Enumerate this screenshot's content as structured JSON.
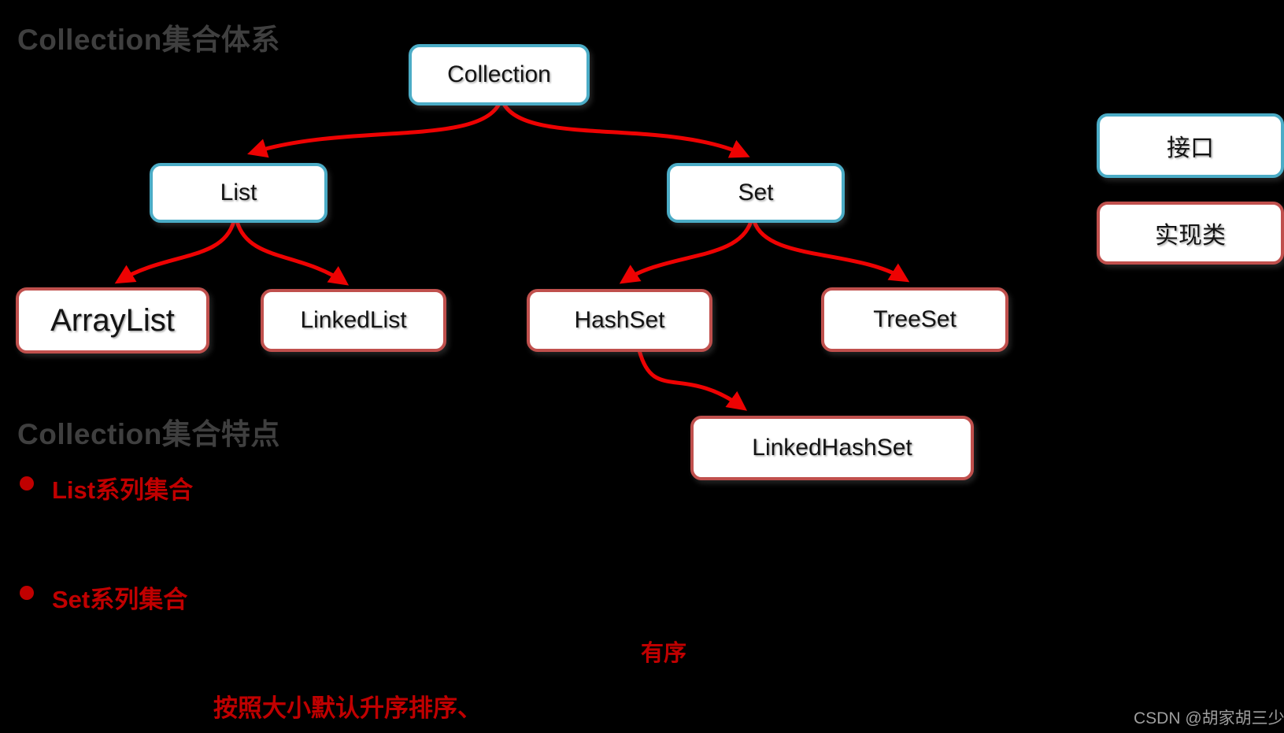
{
  "titles": {
    "hierarchy": "Collection集合体系",
    "features": "Collection集合特点"
  },
  "nodes": [
    {
      "label": "Collection",
      "kind": "interface"
    },
    {
      "label": "List",
      "kind": "interface"
    },
    {
      "label": "Set",
      "kind": "interface"
    },
    {
      "label": "ArrayList",
      "kind": "class"
    },
    {
      "label": "LinkedList",
      "kind": "class"
    },
    {
      "label": "HashSet",
      "kind": "class"
    },
    {
      "label": "TreeSet",
      "kind": "class"
    },
    {
      "label": "LinkedHashSet",
      "kind": "class"
    }
  ],
  "legend": [
    {
      "label": "接口",
      "kind": "interface"
    },
    {
      "label": "实现类",
      "kind": "class"
    }
  ],
  "bullets": [
    {
      "label": "List系列集合"
    },
    {
      "label": "Set系列集合"
    }
  ],
  "notes": [
    {
      "text": "有序"
    },
    {
      "text": "按照大小默认升序排序、"
    }
  ],
  "watermark": "CSDN @胡家胡三少",
  "colors": {
    "background": "#000000",
    "interface_border": "#4BACC6",
    "implementation_border": "#C0504D",
    "node_fill": "#FFFFFF",
    "node_text": "#141414",
    "arrow": "#EE0202",
    "emphasis_red": "#C00000",
    "heading_gray": "#3F3F3F",
    "watermark_gray": "#9E9E9E"
  }
}
